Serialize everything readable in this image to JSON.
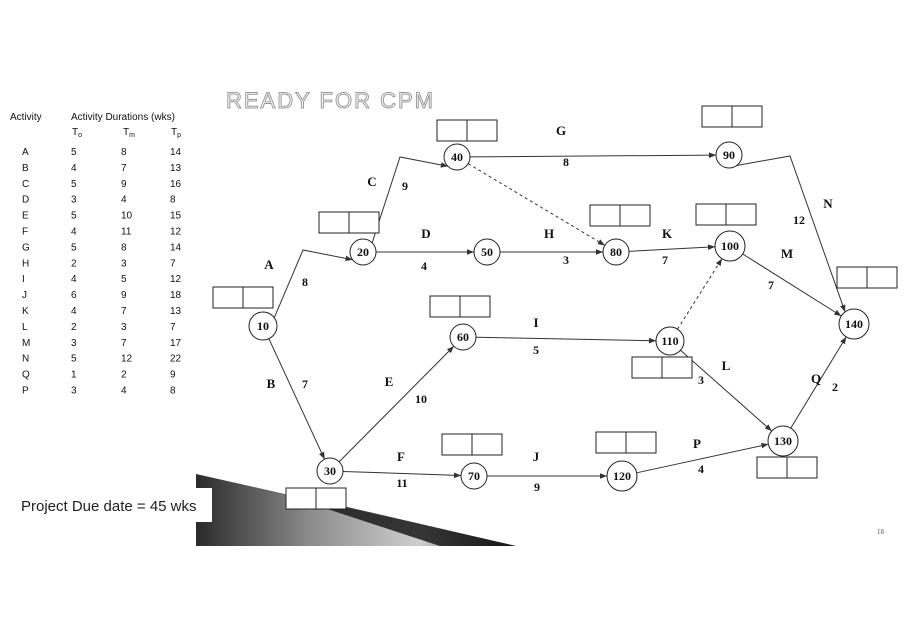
{
  "title": "READY FOR CPM",
  "table": {
    "activity_header": "Activity",
    "durations_header": "Activity Durations (wks)",
    "col_to": "T",
    "col_to_sub": "o",
    "col_tm": "T",
    "col_tm_sub": "m",
    "col_tp": "T",
    "col_tp_sub": "p",
    "rows": [
      {
        "activity": "A",
        "to": "5",
        "tm": "8",
        "tp": "14"
      },
      {
        "activity": "B",
        "to": "4",
        "tm": "7",
        "tp": "13"
      },
      {
        "activity": "C",
        "to": "5",
        "tm": "9",
        "tp": "16"
      },
      {
        "activity": "D",
        "to": "3",
        "tm": "4",
        "tp": "8"
      },
      {
        "activity": "E",
        "to": "5",
        "tm": "10",
        "tp": "15"
      },
      {
        "activity": "F",
        "to": "4",
        "tm": "11",
        "tp": "12"
      },
      {
        "activity": "G",
        "to": "5",
        "tm": "8",
        "tp": "14"
      },
      {
        "activity": "H",
        "to": "2",
        "tm": "3",
        "tp": "7"
      },
      {
        "activity": "I",
        "to": "4",
        "tm": "5",
        "tp": "12"
      },
      {
        "activity": "J",
        "to": "6",
        "tm": "9",
        "tp": "18"
      },
      {
        "activity": "K",
        "to": "4",
        "tm": "7",
        "tp": "13"
      },
      {
        "activity": "L",
        "to": "2",
        "tm": "3",
        "tp": "7"
      },
      {
        "activity": "M",
        "to": "3",
        "tm": "7",
        "tp": "17"
      },
      {
        "activity": "N",
        "to": "5",
        "tm": "12",
        "tp": "22"
      },
      {
        "activity": "Q",
        "to": "1",
        "tm": "2",
        "tp": "9"
      },
      {
        "activity": "P",
        "to": "3",
        "tm": "4",
        "tp": "8"
      }
    ]
  },
  "network": {
    "nodes": [
      "10",
      "20",
      "30",
      "40",
      "50",
      "60",
      "70",
      "80",
      "90",
      "100",
      "110",
      "120",
      "130",
      "140"
    ],
    "activities": [
      {
        "letter": "A",
        "duration": "8",
        "from": "10",
        "to": "20"
      },
      {
        "letter": "B",
        "duration": "7",
        "from": "10",
        "to": "30"
      },
      {
        "letter": "C",
        "duration": "9",
        "from": "20",
        "to": "40"
      },
      {
        "letter": "D",
        "duration": "4",
        "from": "20",
        "to": "50"
      },
      {
        "letter": "E",
        "duration": "10",
        "from": "30",
        "to": "60"
      },
      {
        "letter": "F",
        "duration": "11",
        "from": "30",
        "to": "70"
      },
      {
        "letter": "G",
        "duration": "8",
        "from": "40",
        "to": "90"
      },
      {
        "letter": "H",
        "duration": "3",
        "from": "50",
        "to": "80"
      },
      {
        "letter": "I",
        "duration": "5",
        "from": "60",
        "to": "110"
      },
      {
        "letter": "J",
        "duration": "9",
        "from": "70",
        "to": "120"
      },
      {
        "letter": "K",
        "duration": "7",
        "from": "80",
        "to": "100"
      },
      {
        "letter": "L",
        "duration": "3",
        "from": "110",
        "to": "130"
      },
      {
        "letter": "M",
        "duration": "7",
        "from": "100",
        "to": "140"
      },
      {
        "letter": "N",
        "duration": "12",
        "from": "90",
        "to": "140"
      },
      {
        "letter": "P",
        "duration": "4",
        "from": "120",
        "to": "130"
      },
      {
        "letter": "Q",
        "duration": "2",
        "from": "130",
        "to": "140"
      }
    ],
    "dummies": [
      {
        "from": "40",
        "to": "80"
      },
      {
        "from": "110",
        "to": "100"
      }
    ]
  },
  "due_date": "Project Due date = 45 wks",
  "page_number": "18",
  "colors": {
    "line": "#333333",
    "box": "#222222",
    "wedge_dark": "#1a1a1a",
    "wedge_light": "#bdbdbd"
  }
}
